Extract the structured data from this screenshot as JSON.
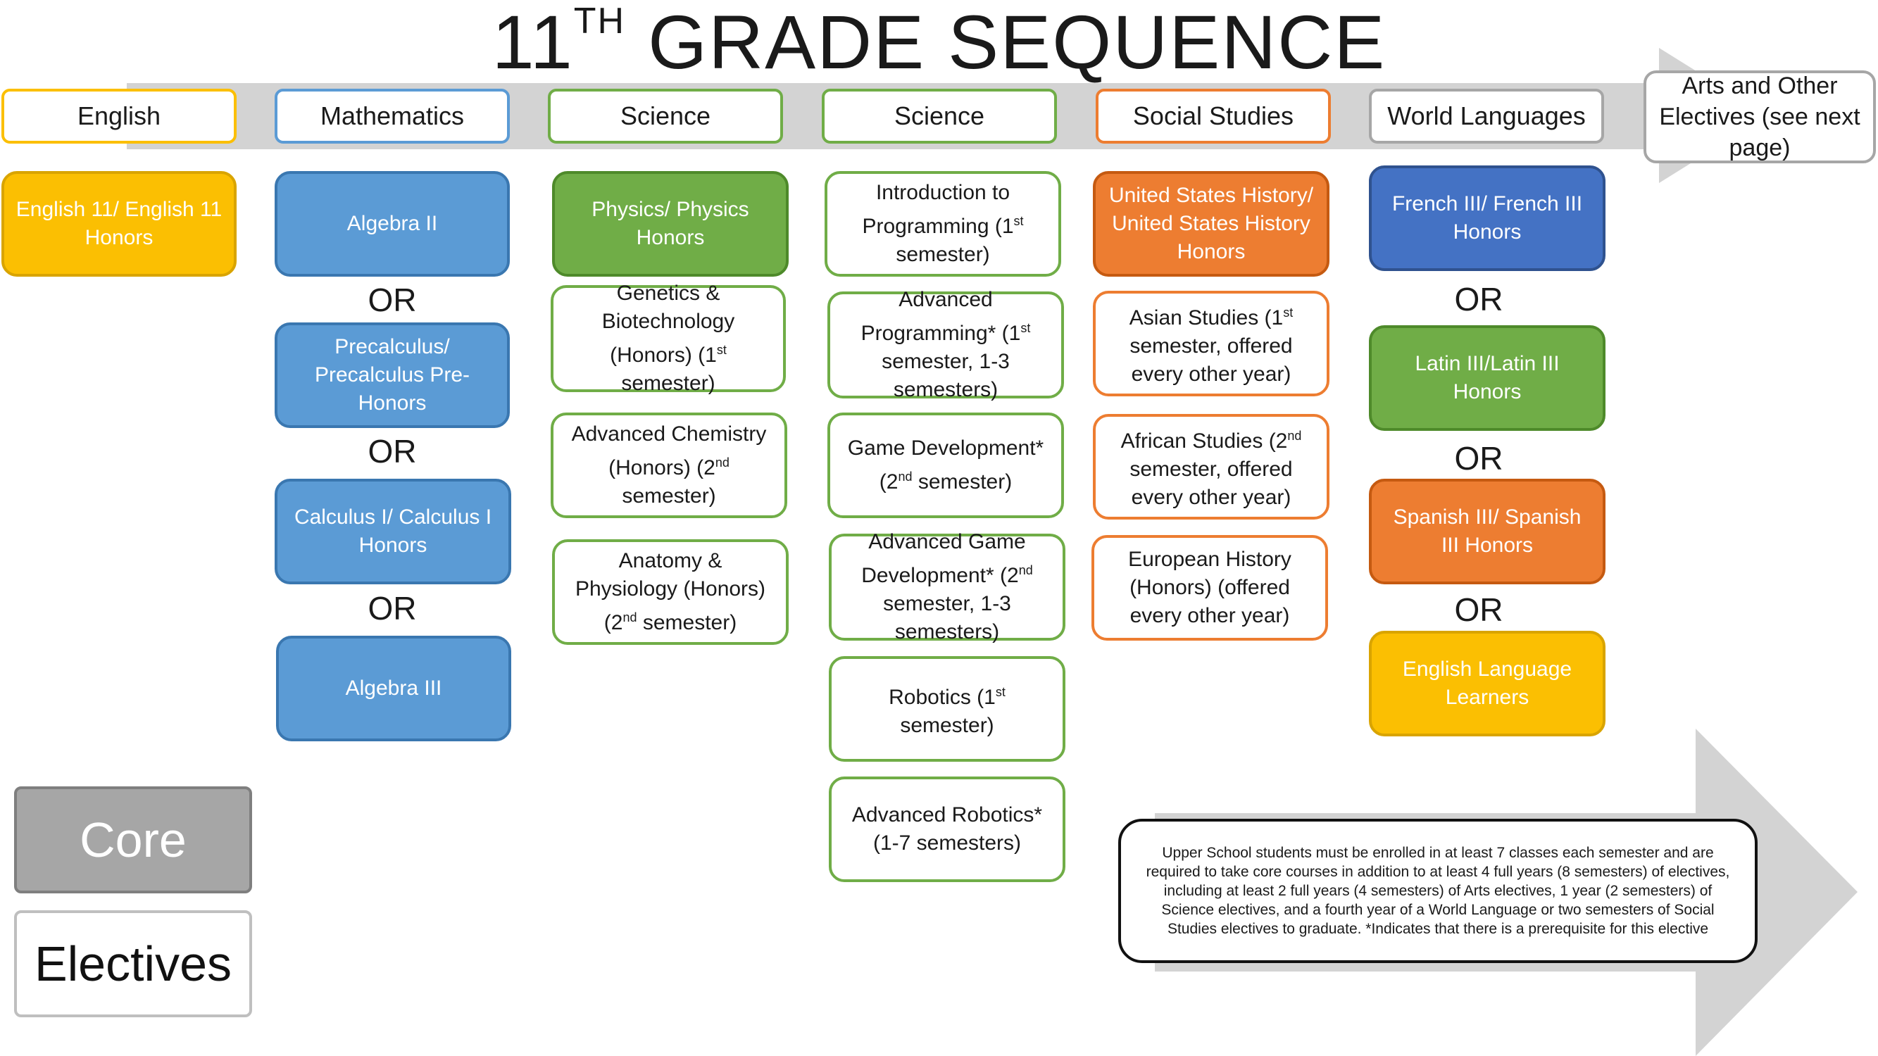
{
  "title": {
    "main": "11",
    "sup": "TH",
    "rest": " GRADE SEQUENCE"
  },
  "colors": {
    "english": "#fbbf02",
    "math": "#5b9bd5",
    "science": "#70ad47",
    "social": "#ed7d31",
    "languages_french": "#4472c4",
    "arrow": "#d3d3d3",
    "core": "#a6a6a6"
  },
  "headers": {
    "english": "English",
    "math": "Mathematics",
    "science1": "Science",
    "science2": "Science",
    "social": "Social Studies",
    "languages": "World Languages",
    "arts": "Arts and Other Electives (see next page)"
  },
  "english": {
    "course1": "English 11/ English 11 Honors"
  },
  "math": {
    "course1": "Algebra II",
    "course2": "Precalculus/ Precalculus Pre-Honors",
    "course3": "Calculus I/ Calculus I Honors",
    "course4": "Algebra III"
  },
  "science1": {
    "course1": "Physics/ Physics Honors",
    "course2": {
      "text": "Genetics & Biotechnology (Honors) (1",
      "sup": "st",
      "after": " semester)"
    },
    "course3": {
      "text": "Advanced Chemistry (Honors) (2",
      "sup": "nd",
      "after": " semester)"
    },
    "course4": {
      "text": "Anatomy & Physiology (Honors) (2",
      "sup": "nd",
      "after": " semester)"
    }
  },
  "science2": {
    "course1": {
      "text": "Introduction to Programming (1",
      "sup": "st",
      "after": " semester)"
    },
    "course2": {
      "text": "Advanced Programming* (1",
      "sup": "st",
      "after": " semester, 1-3 semesters)"
    },
    "course3": {
      "text": "Game Development* (2",
      "sup": "nd",
      "after": " semester)"
    },
    "course4": {
      "text": "Advanced Game Development* (2",
      "sup": "nd",
      "after": " semester, 1-3 semesters)"
    },
    "course5": {
      "text": "Robotics (1",
      "sup": "st",
      "after": " semester)"
    },
    "course6": "Advanced Robotics* (1-7 semesters)"
  },
  "social": {
    "course1": "United States History/ United States History Honors",
    "course2": {
      "text": "Asian Studies (1",
      "sup": "st",
      "after": " semester, offered every other year)"
    },
    "course3": {
      "text": "African Studies (2",
      "sup": "nd",
      "after": " semester, offered every other year)"
    },
    "course4": "European History (Honors) (offered every other year)"
  },
  "languages": {
    "course1": "French III/ French III Honors",
    "course2": "Latin III/Latin III Honors",
    "course3": "Spanish III/ Spanish III Honors",
    "course4": "English Language Learners"
  },
  "or_label": "OR",
  "note": "Upper School students must be enrolled in at least 7 classes each semester and are required to take core courses in addition to at least 4 full years (8 semesters) of electives, including at least 2 full years (4 semesters) of Arts electives, 1 year (2 semesters) of Science electives, and a fourth year of a World Language or two semesters of Social Studies electives to graduate. *Indicates that there is a prerequisite for this elective",
  "legend": {
    "core": "Core",
    "electives": "Electives"
  }
}
